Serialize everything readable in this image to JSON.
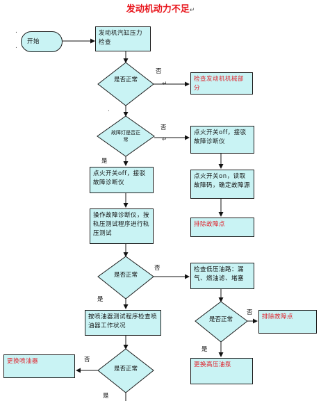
{
  "title": "发动机动力不足",
  "start": "开始",
  "paragraph_mark": "↵",
  "dot_mark": ".",
  "check_cylinder_pressure": "发动机汽缸压力检查",
  "decision_normal_1": "是否正常",
  "check_engine_mech": "检查发动机机械部分",
  "decision_fault_lamp": "故障灯是否正常",
  "ign_on_connect": "点火开关off，接驳故障诊断仪",
  "ign_off_connect": "点火开关off，接驳故障诊断仪",
  "ign_on_read": "点火开关on，读取故障码，确定故障源",
  "clear_fault_1": "排除故障点",
  "operate_diag": "操作故障诊断仪，按轨压测试程序进行轨压测试",
  "decision_normal_2": "是否正常",
  "check_low_pressure": "检查低压油路：漏气、燃油滤、堵塞",
  "test_injector": "按喷油器测试程序检查喷油器工作状况",
  "decision_normal_3": "是否正常",
  "clear_fault_2": "排除故障点",
  "replace_injector": "更换喷油器",
  "decision_normal_4": "是否正常",
  "replace_pump": "更换高压油泵",
  "yes": "是",
  "no": "否"
}
